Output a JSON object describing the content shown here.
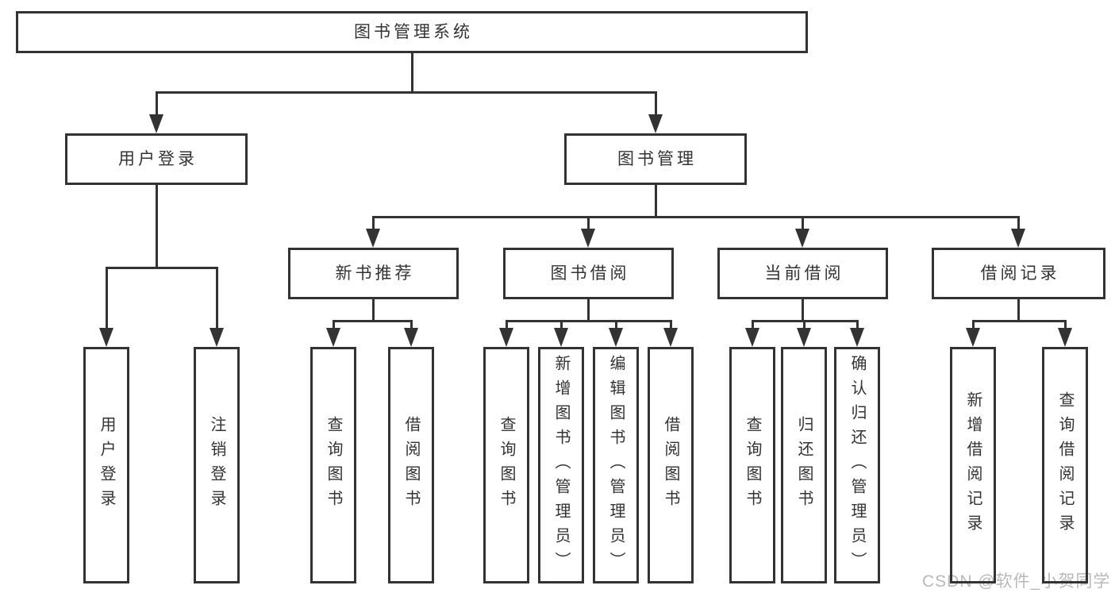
{
  "tree": {
    "root": {
      "label": "图书管理系统"
    },
    "children": [
      {
        "label": "用户登录",
        "children": [
          {
            "label": "用户登录"
          },
          {
            "label": "注销登录"
          }
        ]
      },
      {
        "label": "图书管理",
        "children": [
          {
            "label": "新书推荐",
            "children": [
              {
                "label": "查询图书"
              },
              {
                "label": "借阅图书"
              }
            ]
          },
          {
            "label": "图书借阅",
            "children": [
              {
                "label": "查询图书"
              },
              {
                "label": "新增图书（管理员）"
              },
              {
                "label": "编辑图书（管理员）"
              },
              {
                "label": "借阅图书"
              }
            ]
          },
          {
            "label": "当前借阅",
            "children": [
              {
                "label": "查询图书"
              },
              {
                "label": "归还图书"
              },
              {
                "label": "确认归还（管理员）"
              }
            ]
          },
          {
            "label": "借阅记录",
            "children": [
              {
                "label": "新增借阅记录"
              },
              {
                "label": "查询借阅记录"
              }
            ]
          }
        ]
      }
    ]
  },
  "watermark": "CSDN @软件_小贺同学",
  "colors": {
    "line": "#333333",
    "text": "#333333",
    "watermark": "#b9b9b9",
    "background": "#ffffff"
  }
}
